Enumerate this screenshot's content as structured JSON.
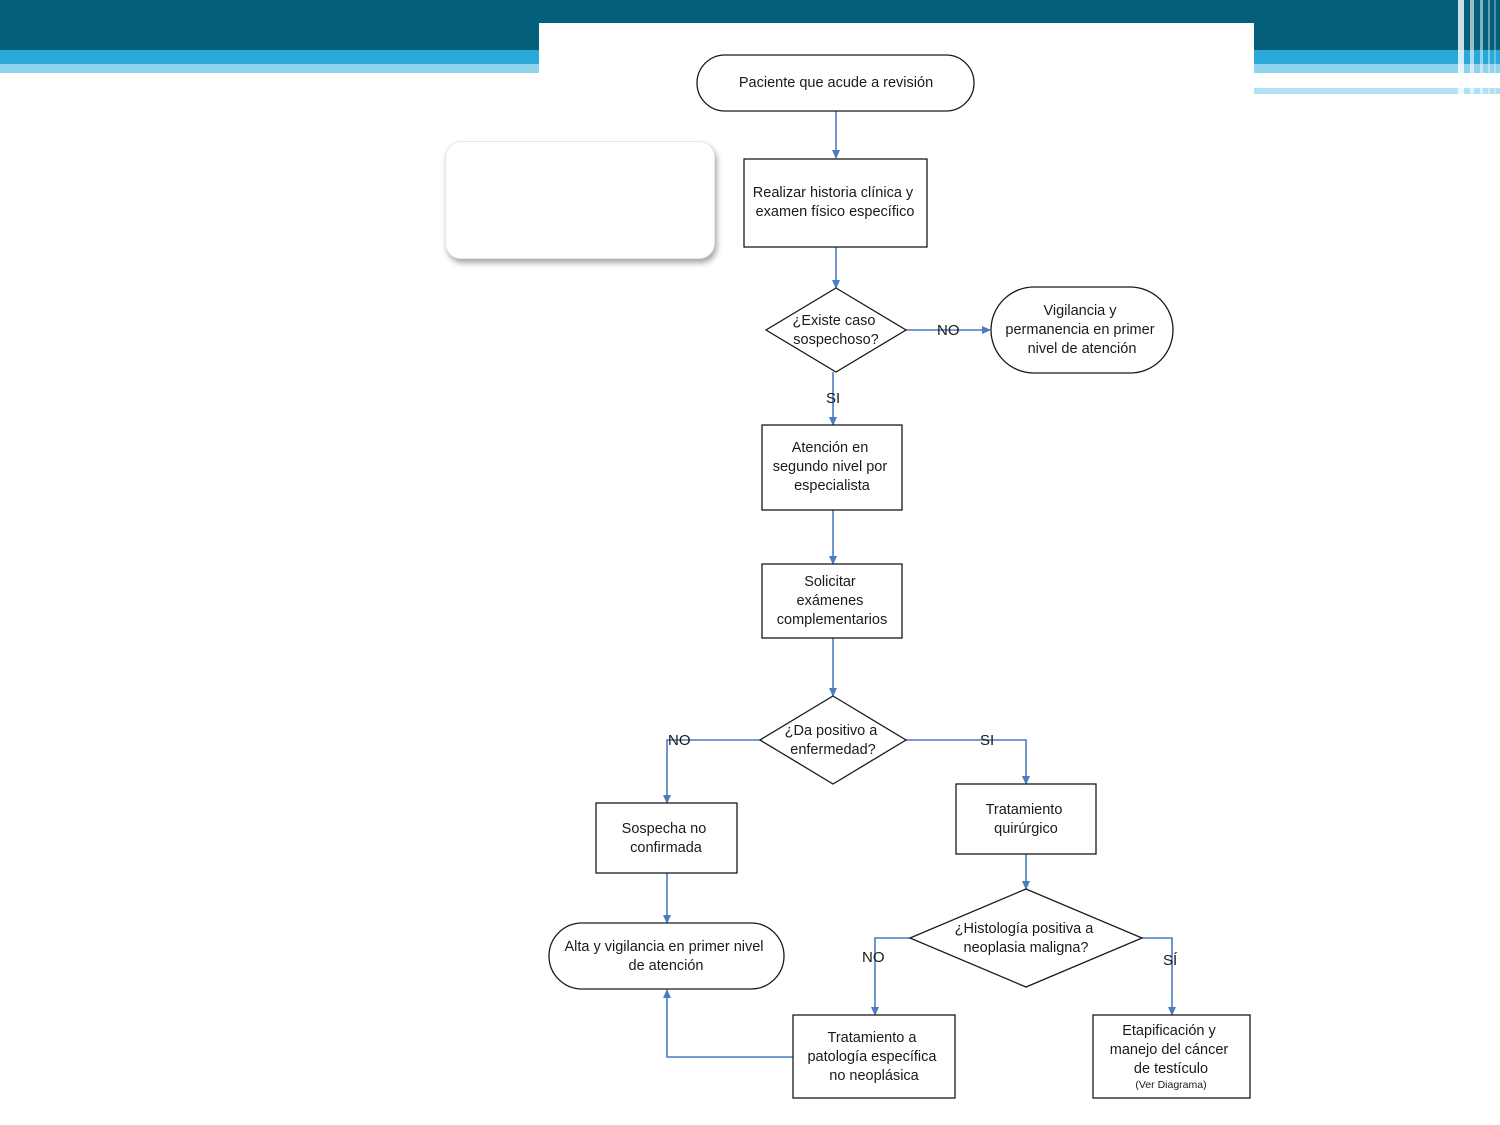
{
  "colors": {
    "header_dark": "#04607A",
    "header_light": "#2AA9D9",
    "header_lighter": "#8FD3EE",
    "arrow": "#4A7DC0",
    "box_border": "#1a1a1a"
  },
  "nodes": {
    "start": {
      "lines": [
        "Paciente que acude a revisión"
      ]
    },
    "historia": {
      "lines": [
        "Realizar historia clínica y",
        "examen físico específico"
      ]
    },
    "d1": {
      "lines": [
        "¿Existe caso",
        "sospechoso?"
      ]
    },
    "vigilancia": {
      "lines": [
        "Vigilancia y",
        "permanencia en primer",
        "nivel de atención"
      ]
    },
    "atencion": {
      "lines": [
        "Atención en",
        "segundo nivel por",
        "especialista"
      ]
    },
    "solicitar": {
      "lines": [
        "Solicitar",
        "exámenes",
        "complementarios"
      ]
    },
    "d2": {
      "lines": [
        "¿Da positivo a",
        "enfermedad?"
      ]
    },
    "sospecha": {
      "lines": [
        "Sospecha no",
        "confirmada"
      ]
    },
    "tratamiento_q": {
      "lines": [
        "Tratamiento",
        "quirúrgico"
      ]
    },
    "alta": {
      "lines": [
        "Alta y vigilancia en primer nivel",
        "de atención"
      ]
    },
    "d3": {
      "lines": [
        "¿Histología positiva a",
        "neoplasia maligna?"
      ]
    },
    "tratamiento_p": {
      "lines": [
        "Tratamiento a",
        "patología específica",
        "no neoplásica"
      ]
    },
    "etapificacion": {
      "lines": [
        "Etapificación y",
        "manejo del cáncer",
        "de testículo"
      ],
      "note": "(Ver Diagrama)"
    }
  },
  "edge_labels": {
    "d1_no": "NO",
    "d1_si": "SI",
    "d2_no": "NO",
    "d2_si": "SI",
    "d3_no": "NO",
    "d3_si": "SÍ"
  }
}
